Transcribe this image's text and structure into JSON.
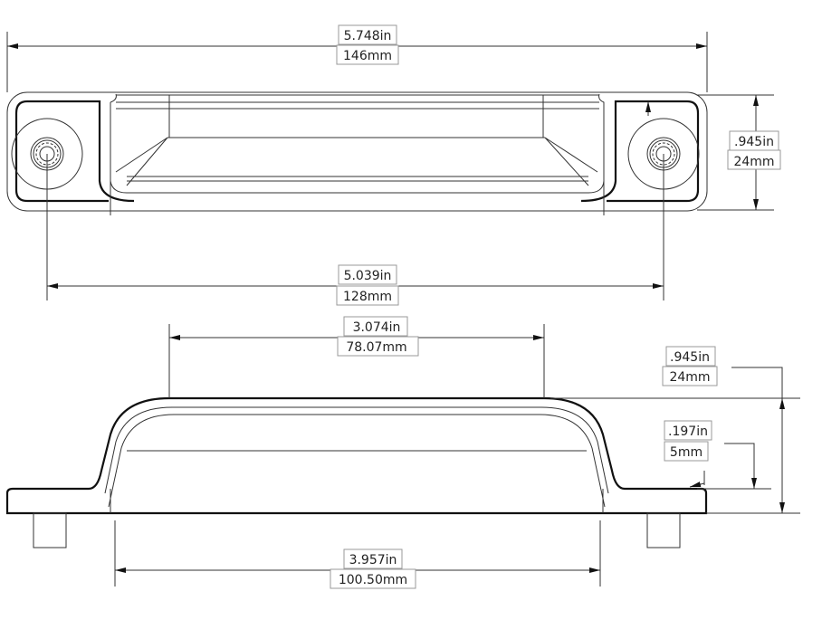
{
  "drawing": {
    "top_view": {
      "overall_length": {
        "in": "5.748in",
        "mm": "146mm"
      },
      "height": {
        "in": ".945in",
        "mm": "24mm"
      },
      "hole_spacing": {
        "in": "5.039in",
        "mm": "128mm"
      }
    },
    "side_view": {
      "top_flat_length": {
        "in": "3.074in",
        "mm": "78.07mm"
      },
      "overall_height": {
        "in": ".945in",
        "mm": "24mm"
      },
      "base_thickness": {
        "in": ".197in",
        "mm": "5mm"
      },
      "base_inner_span": {
        "in": "3.957in",
        "mm": "100.50mm"
      }
    }
  }
}
